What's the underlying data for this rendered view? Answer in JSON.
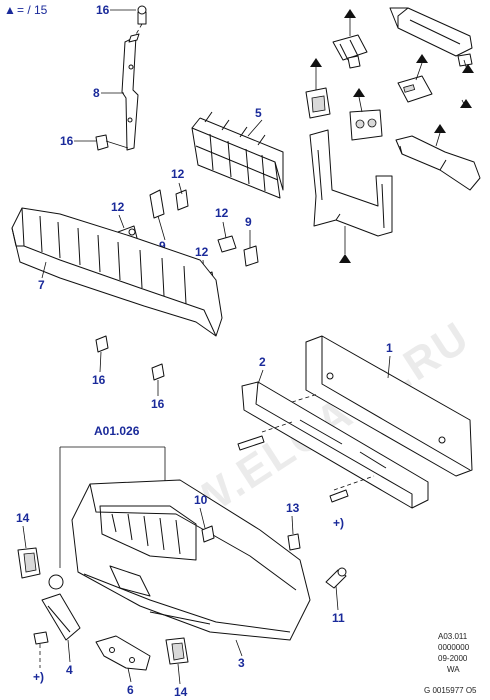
{
  "legend": {
    "symbol": "▲",
    "text": "= / 15"
  },
  "callouts": [
    "16",
    "8",
    "16",
    "5",
    "7",
    "12",
    "12",
    "9",
    "12",
    "9",
    "12",
    "16",
    "16",
    "1",
    "2",
    "10",
    "13",
    "14",
    "11",
    "14",
    "4",
    "6",
    "3"
  ],
  "references": {
    "group": "A01.026",
    "plus_a": "+)",
    "plus_b": "+)"
  },
  "info_block": [
    "A03.011",
    "0000000",
    "09-2000",
    "WA",
    "G 0015977 O5"
  ],
  "watermark": "WWW.ELCATS.RU",
  "colors": {
    "label": "#1a2a9a",
    "line": "#111111"
  }
}
